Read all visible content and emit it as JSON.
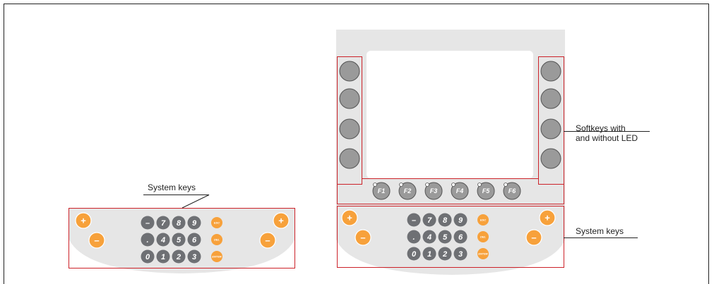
{
  "labels": {
    "system_keys_left": "System keys",
    "softkeys_line1": "Softkeys with",
    "softkeys_line2": "and without LED",
    "system_keys_right": "System keys"
  },
  "keypad": {
    "plus": "+",
    "minus": "–",
    "row1": [
      "–",
      "7",
      "8",
      "9"
    ],
    "row2": [
      ".",
      "4",
      "5",
      "6"
    ],
    "row3": [
      "0",
      "1",
      "2",
      "3"
    ],
    "small_keys": [
      "ESC",
      "DEL",
      "ENTER"
    ]
  },
  "function_keys": [
    "F1",
    "F2",
    "F3",
    "F4",
    "F5",
    "F6"
  ],
  "colors": {
    "panel": "#e6e6e6",
    "orange_key": "#f7a13b",
    "dark_key": "#6e7074",
    "grey_key": "#9a9a9a",
    "highlight": "#cc2229",
    "screen": "#ffffff"
  }
}
